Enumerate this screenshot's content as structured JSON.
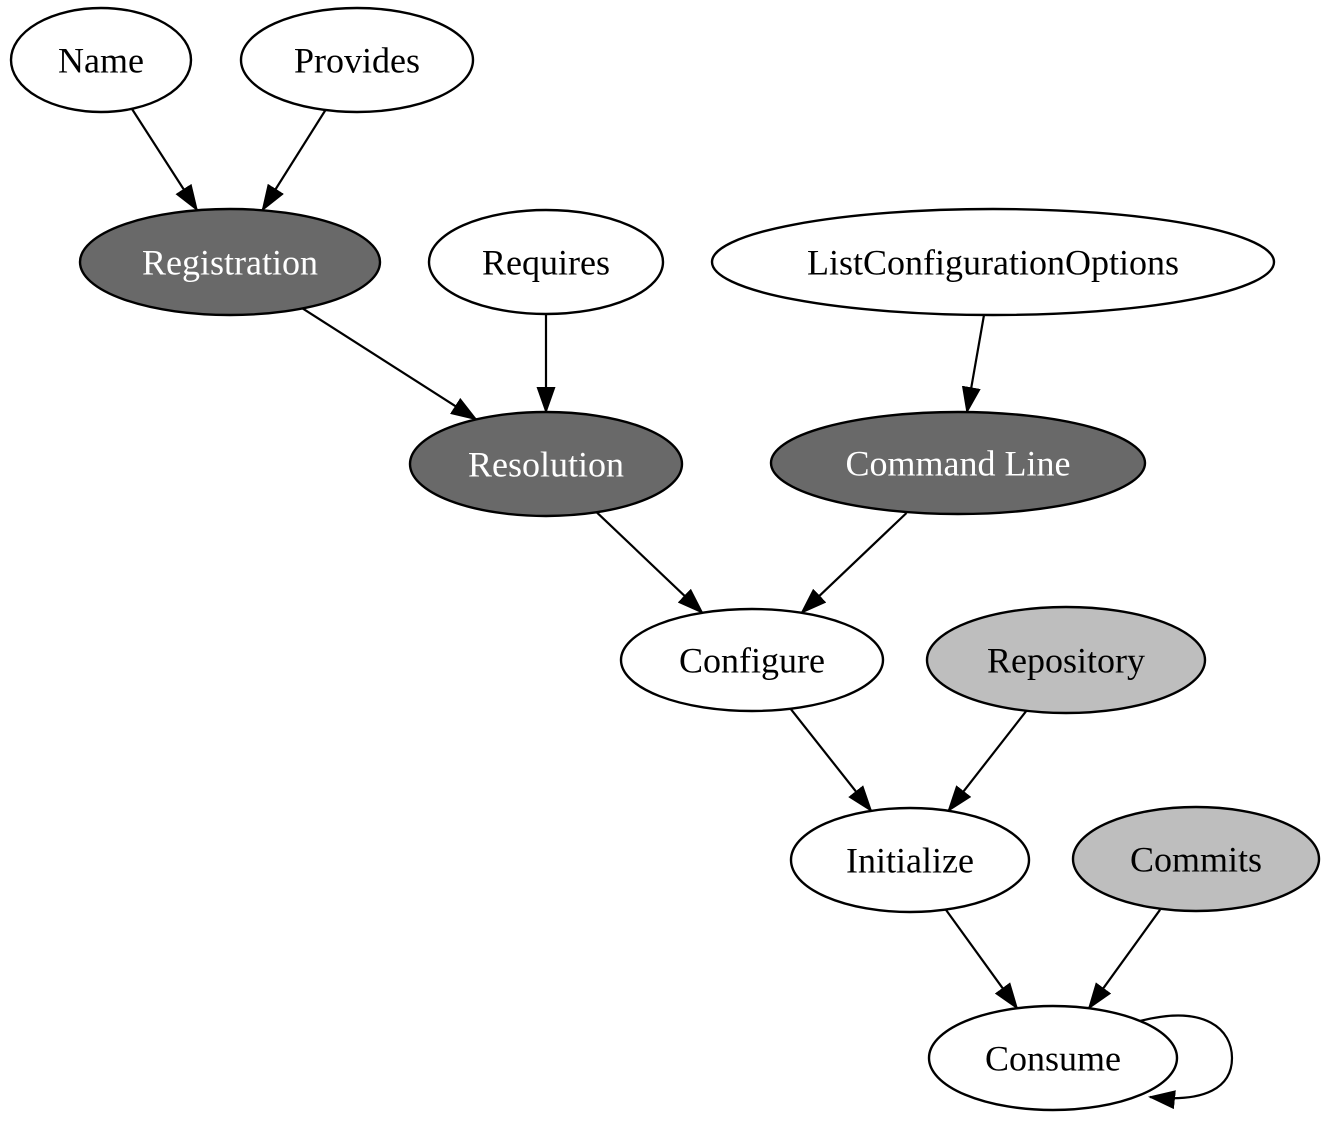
{
  "diagram": {
    "type": "directed-graph",
    "colors": {
      "background": "#ffffff",
      "stroke": "#000000",
      "plain_node_fill": "#ffffff",
      "dark_node_fill": "#696969",
      "light_node_fill": "#bebebe",
      "node_text": "#000000",
      "dark_node_text": "#ffffff"
    },
    "nodes": [
      {
        "id": "name",
        "label": "Name",
        "style": "plain"
      },
      {
        "id": "provides",
        "label": "Provides",
        "style": "plain"
      },
      {
        "id": "registration",
        "label": "Registration",
        "style": "dark"
      },
      {
        "id": "requires",
        "label": "Requires",
        "style": "plain"
      },
      {
        "id": "list-configuration-options",
        "label": "ListConfigurationOptions",
        "style": "plain"
      },
      {
        "id": "resolution",
        "label": "Resolution",
        "style": "dark"
      },
      {
        "id": "command-line",
        "label": "Command Line",
        "style": "dark"
      },
      {
        "id": "configure",
        "label": "Configure",
        "style": "plain"
      },
      {
        "id": "repository",
        "label": "Repository",
        "style": "light"
      },
      {
        "id": "initialize",
        "label": "Initialize",
        "style": "plain"
      },
      {
        "id": "commits",
        "label": "Commits",
        "style": "light"
      },
      {
        "id": "consume",
        "label": "Consume",
        "style": "plain"
      }
    ],
    "edges": [
      {
        "from": "Name",
        "to": "Registration"
      },
      {
        "from": "Provides",
        "to": "Registration"
      },
      {
        "from": "Registration",
        "to": "Resolution"
      },
      {
        "from": "Requires",
        "to": "Resolution"
      },
      {
        "from": "ListConfigurationOptions",
        "to": "Command Line"
      },
      {
        "from": "Resolution",
        "to": "Configure"
      },
      {
        "from": "Command Line",
        "to": "Configure"
      },
      {
        "from": "Configure",
        "to": "Initialize"
      },
      {
        "from": "Repository",
        "to": "Initialize"
      },
      {
        "from": "Initialize",
        "to": "Consume"
      },
      {
        "from": "Commits",
        "to": "Consume"
      },
      {
        "from": "Consume",
        "to": "Consume",
        "self_loop": true
      }
    ]
  }
}
